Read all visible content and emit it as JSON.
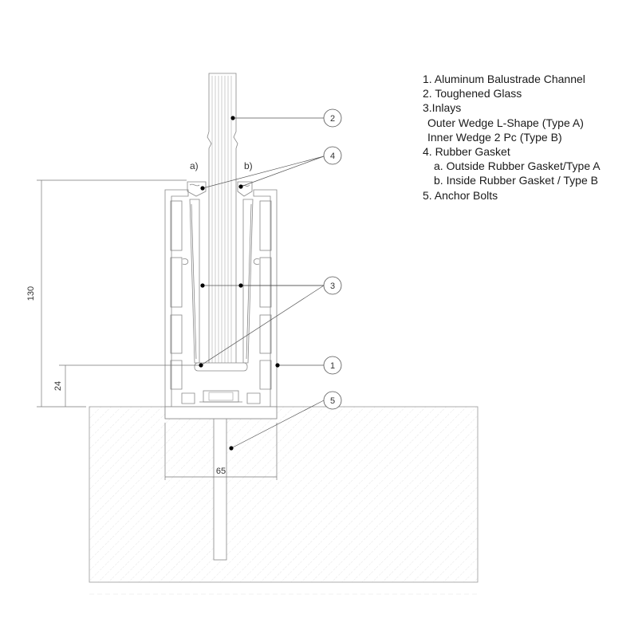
{
  "legend": {
    "items": [
      {
        "text": "1. Aluminum Balustrade Channel",
        "indent": 1
      },
      {
        "text": "2. Toughened Glass",
        "indent": 1
      },
      {
        "text": "3.Inlays",
        "indent": 1
      },
      {
        "text": "Outer Wedge L-Shape (Type A)",
        "indent": 2
      },
      {
        "text": "Inner Wedge 2 Pc (Type B)",
        "indent": 2
      },
      {
        "text": "4. Rubber Gasket",
        "indent": 1
      },
      {
        "text": "a. Outside Rubber Gasket/Type A",
        "indent": 3
      },
      {
        "text": "b. Inside Rubber Gasket / Type B",
        "indent": 3
      },
      {
        "text": "5. Anchor Bolts",
        "indent": 1
      }
    ]
  },
  "callouts": {
    "c1": "1",
    "c2": "2",
    "c3": "3",
    "c4": "4",
    "c5": "5"
  },
  "gasket_labels": {
    "a": "a)",
    "b": "b)"
  },
  "dimensions": {
    "height_total": "130",
    "height_base": "24",
    "width": "65"
  },
  "colors": {
    "line": "#777777",
    "hatch": "#cfcfcf",
    "text": "#1a1a1a"
  }
}
